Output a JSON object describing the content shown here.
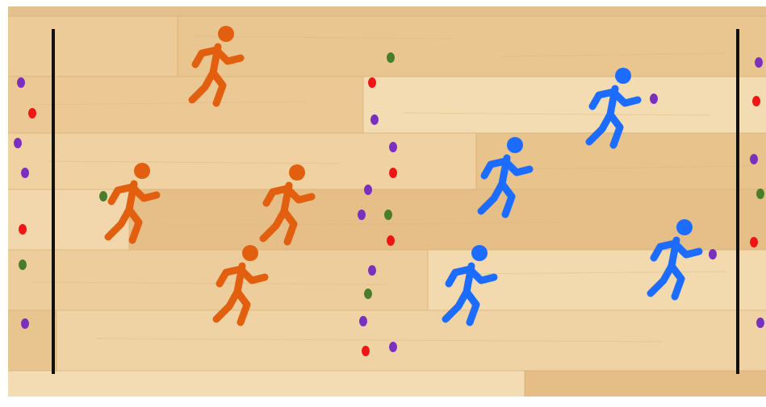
{
  "colors": {
    "team_orange": "#e35f10",
    "team_blue": "#1c6dff",
    "ball_purple": "#7b2fbf",
    "ball_red": "#f01414",
    "ball_green": "#4a7d2a",
    "boundary_line": "#111111",
    "floor_light": "#f0d3a5",
    "floor_mid": "#e8c48e",
    "floor_dark": "#ddb478"
  },
  "teams": [
    {
      "name": "",
      "color_key": "team_orange",
      "player_count": 4
    },
    {
      "name": "",
      "color_key": "team_blue",
      "player_count": 4
    }
  ],
  "balls": [
    {
      "color": "purple"
    },
    {
      "color": "red"
    },
    {
      "color": "purple"
    },
    {
      "color": "purple"
    },
    {
      "color": "red"
    },
    {
      "color": "green"
    },
    {
      "color": "purple"
    },
    {
      "color": "green"
    },
    {
      "color": "red"
    },
    {
      "color": "purple"
    },
    {
      "color": "purple"
    },
    {
      "color": "red"
    },
    {
      "color": "purple"
    },
    {
      "color": "purple"
    },
    {
      "color": "green"
    },
    {
      "color": "red"
    },
    {
      "color": "purple"
    },
    {
      "color": "green"
    },
    {
      "color": "purple"
    },
    {
      "color": "red"
    },
    {
      "color": "purple"
    },
    {
      "color": "green"
    },
    {
      "color": "purple"
    },
    {
      "color": "red"
    },
    {
      "color": "purple"
    },
    {
      "color": "green"
    },
    {
      "color": "red"
    },
    {
      "color": "purple"
    },
    {
      "color": "purple"
    },
    {
      "color": "purple"
    }
  ]
}
